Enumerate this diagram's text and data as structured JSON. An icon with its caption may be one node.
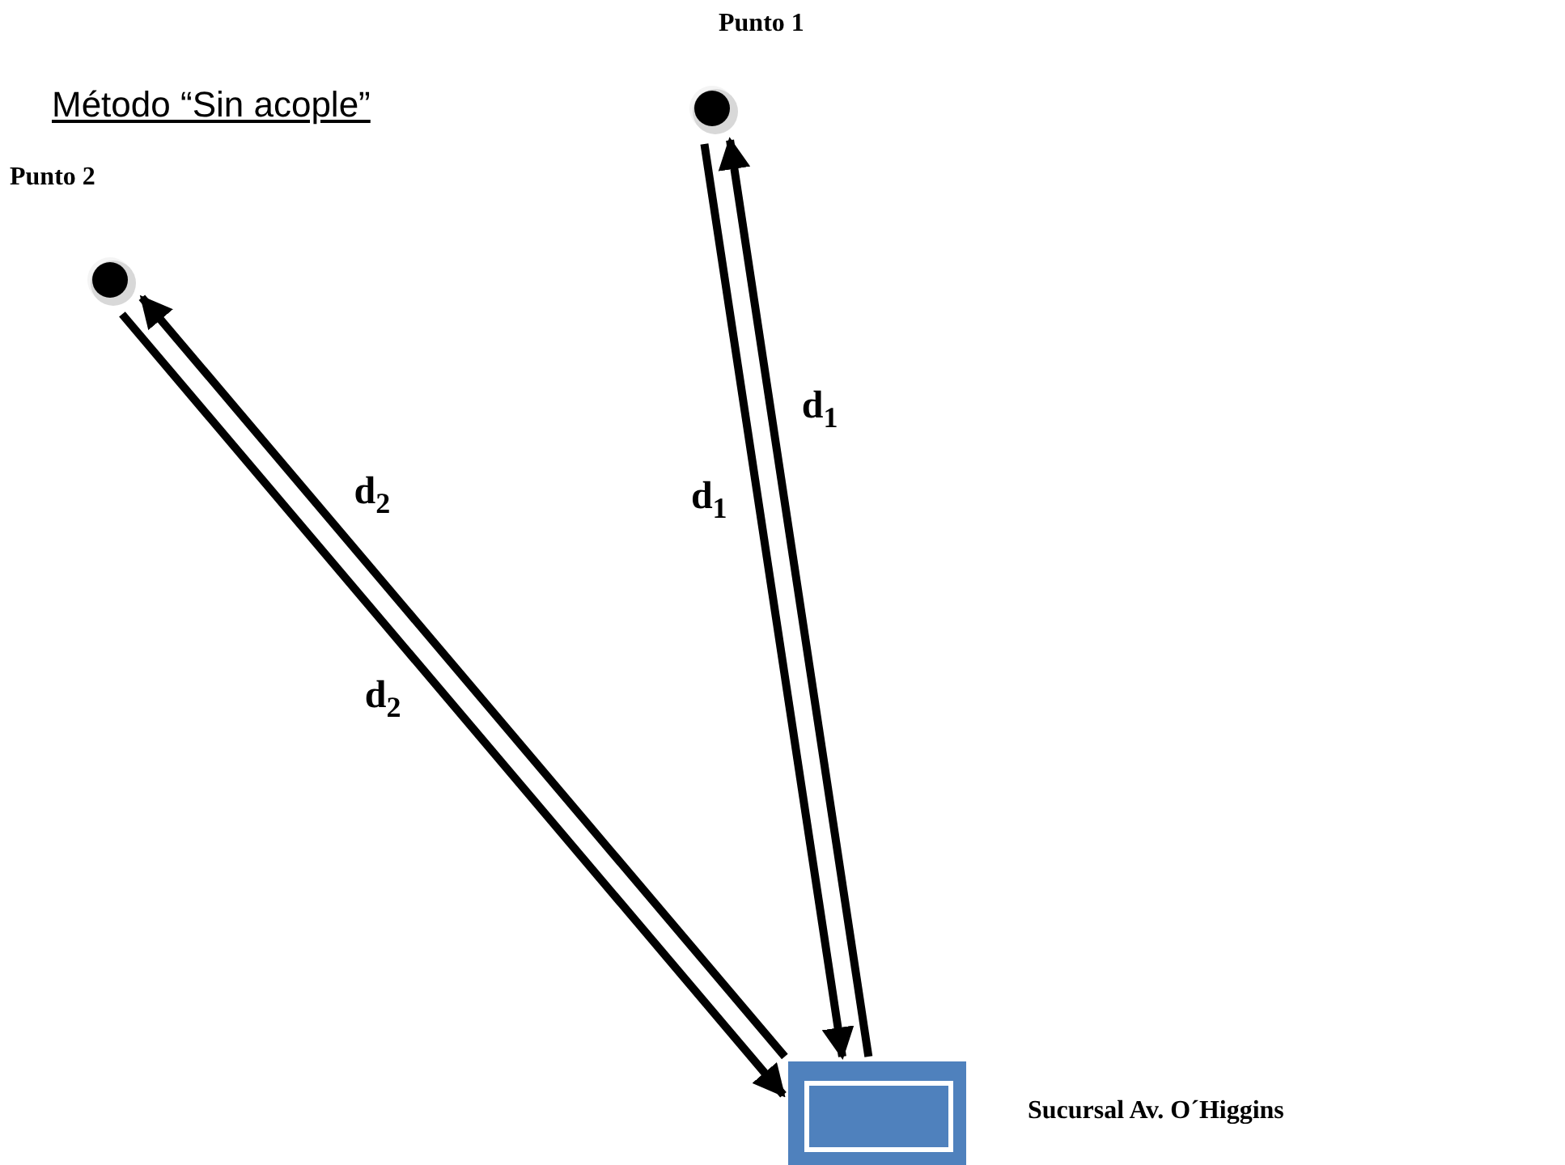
{
  "diagram": {
    "title": "Método “Sin acople”",
    "nodes": [
      {
        "text": [
          "Punto 1"
        ]
      },
      {
        "text": [
          "Punto 2"
        ]
      },
      {
        "text": [],
        "shape": "box",
        "beside": [
          "Sucursal Av. O´Higgins"
        ]
      }
    ],
    "edges": [
      {
        "from": 0,
        "to": 2,
        "arrow": "to",
        "label": "d$_{1}$"
      },
      {
        "from": 2,
        "to": 0,
        "arrow": "to",
        "label": "d$_{1}$"
      },
      {
        "from": 1,
        "to": 2,
        "arrow": "to",
        "label": "d$_{2}$"
      },
      {
        "from": 2,
        "to": 1,
        "arrow": "to",
        "label": "d$_{2}$"
      }
    ]
  }
}
